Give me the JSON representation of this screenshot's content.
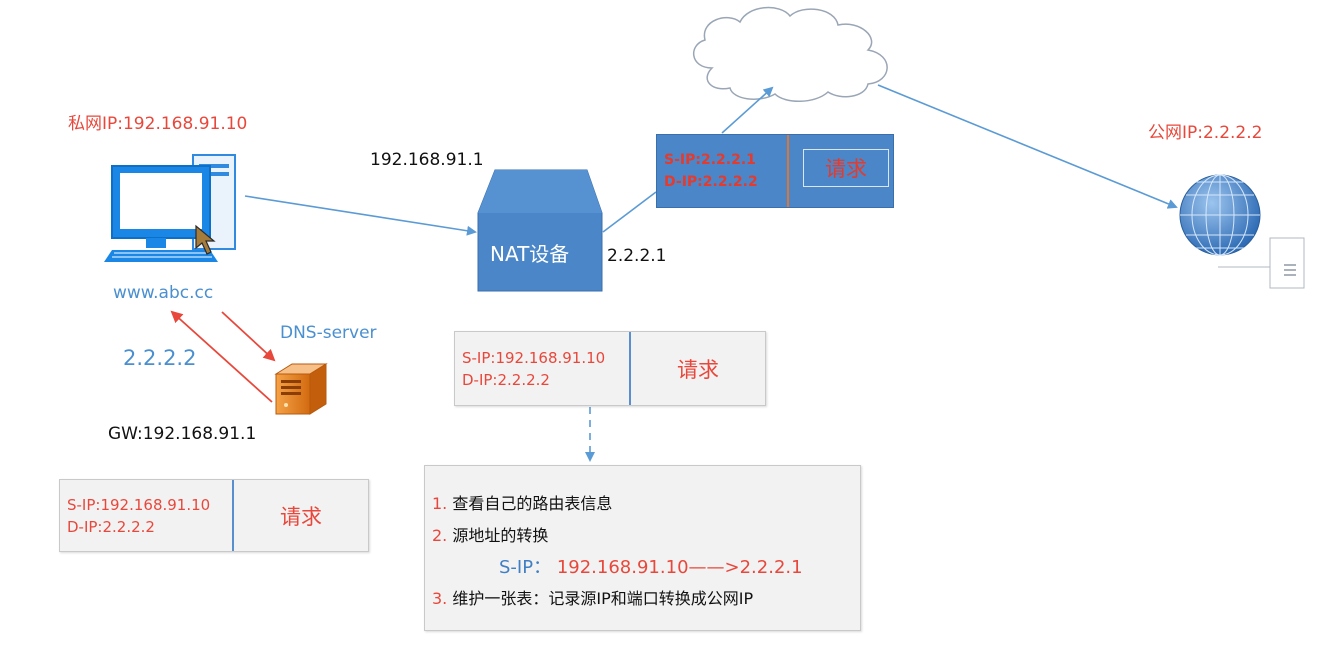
{
  "labels": {
    "private_ip": "私网IP:192.168.91.10",
    "nat_inner_ip": "192.168.91.1",
    "nat_outer_ip": "2.2.2.1",
    "public_ip": "公网IP:2.2.2.2",
    "url": "www.abc.cc",
    "dns_server": "DNS-server",
    "dns_answer": "2.2.2.2",
    "gateway": "GW:192.168.91.1",
    "nat_device": "NAT设备"
  },
  "packets": {
    "client": {
      "src": "S-IP:192.168.91.10",
      "dst": "D-IP:2.2.2.2",
      "payload": "请求"
    },
    "nat_before": {
      "src": "S-IP:192.168.91.10",
      "dst": "D-IP:2.2.2.2",
      "payload": "请求"
    },
    "nat_after": {
      "src": "S-IP:2.2.2.1",
      "dst": "D-IP:2.2.2.2",
      "payload": "请求"
    }
  },
  "nat_steps": {
    "step1_num": "1.",
    "step1_text": "查看自己的路由表信息",
    "step2_num": "2.",
    "step2_text": "源地址的转换",
    "translation_label": "S-IP：",
    "translation_value": "192.168.91.10——>2.2.2.1",
    "step3_num": "3.",
    "step3_text": "维护一张表：记录源IP和端口转换成公网IP"
  },
  "colors": {
    "accent_red": "#e8483b",
    "link_blue": "#5b9bd5",
    "nat_device_blue": "#4a86c8",
    "divider_blue": "#5a8fcf"
  },
  "icons": [
    "computer-icon",
    "mouse-cursor-icon",
    "server-icon",
    "cloud-icon",
    "globe-icon",
    "router-icon"
  ]
}
